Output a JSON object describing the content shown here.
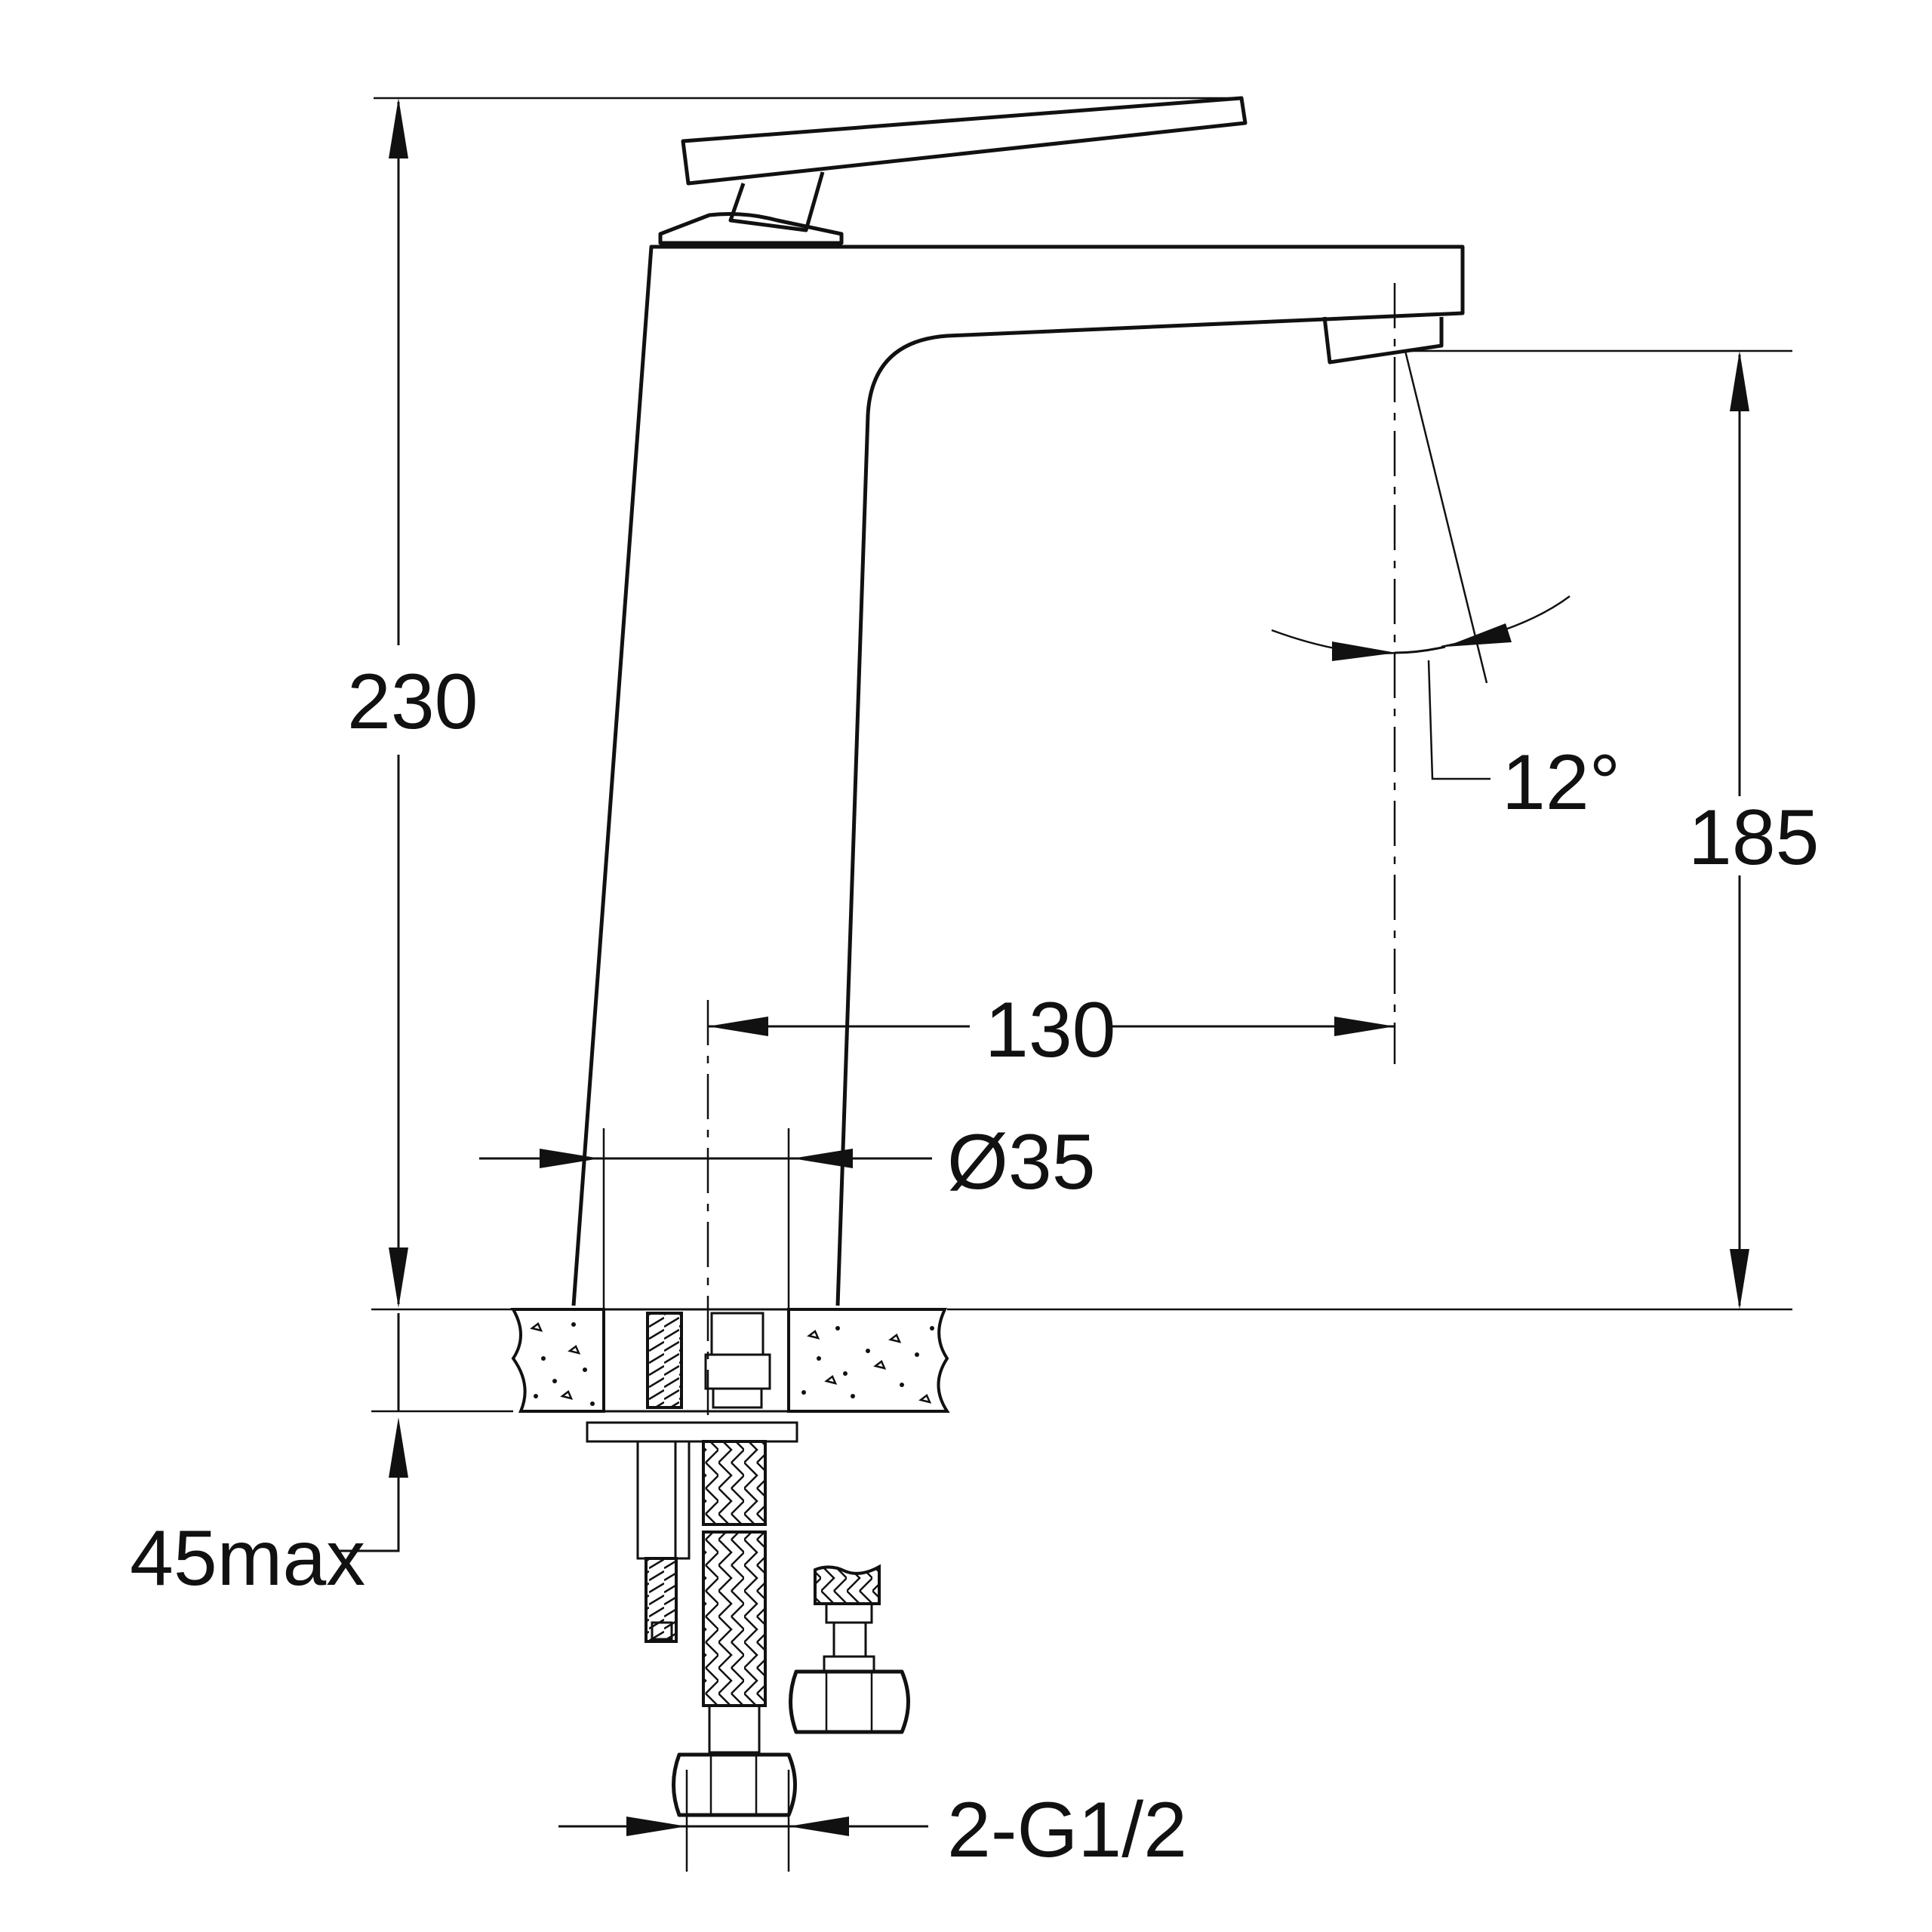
{
  "dimensions": {
    "total_height": "230",
    "spout_height": "185",
    "reach": "130",
    "base_diameter": "Ø35",
    "spout_angle": "12°",
    "counter_thickness": "45max",
    "connections": "2-G1/2"
  },
  "colors": {
    "line": "#111111",
    "background": "#ffffff"
  }
}
